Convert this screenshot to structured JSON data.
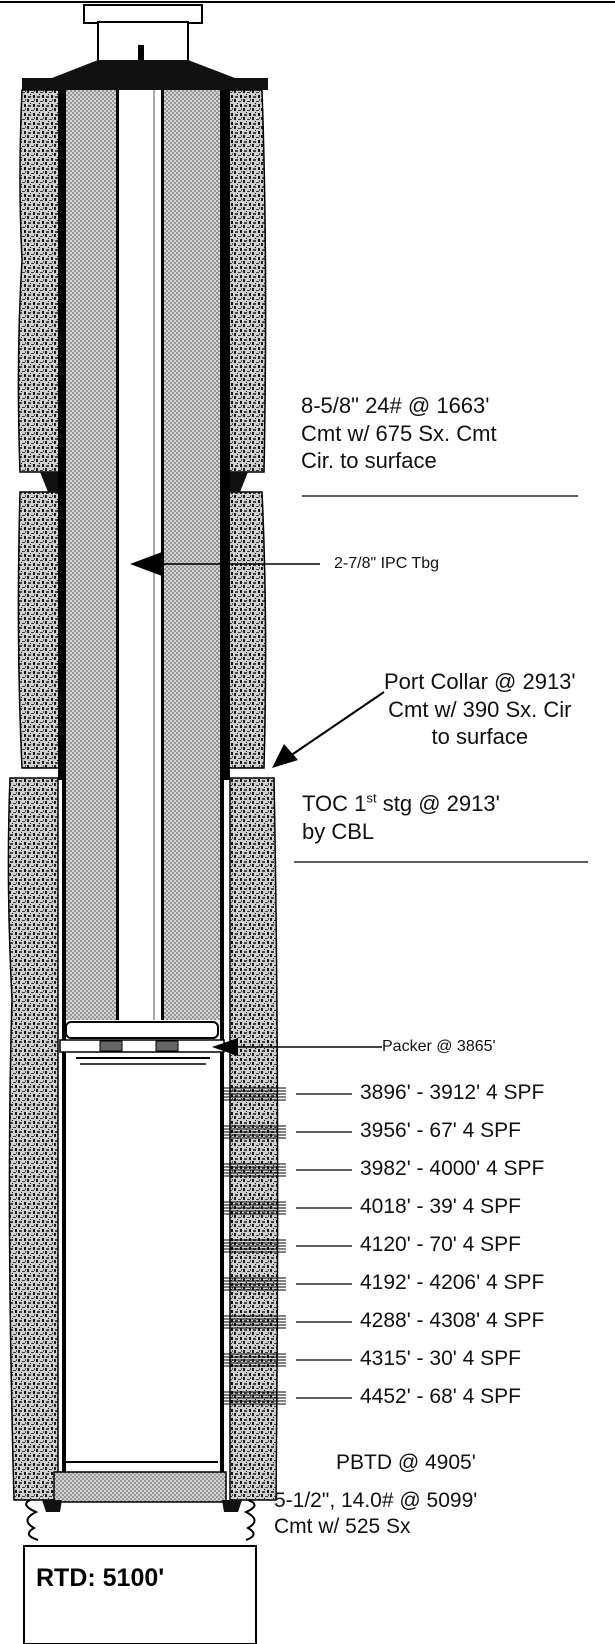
{
  "casing_surface": {
    "lines": [
      "8-5/8\" 24# @ 1663'",
      "Cmt w/ 675 Sx. Cmt",
      "Cir. to surface"
    ]
  },
  "tubing": {
    "label": "2-7/8\"  IPC Tbg"
  },
  "port_collar": {
    "lines": [
      "Port Collar @ 2913'",
      "Cmt w/ 390 Sx. Cir",
      "to surface"
    ]
  },
  "toc": {
    "prefix": "TOC 1",
    "sup": "st",
    "suffix": " stg @  2913'",
    "line2": "by CBL"
  },
  "packer": {
    "label": "Packer @ 3865'"
  },
  "perforations": [
    "3896' - 3912' 4 SPF",
    "3956' - 67' 4 SPF",
    "3982' - 4000' 4 SPF",
    "4018' - 39' 4 SPF",
    "4120' - 70' 4 SPF",
    "4192' - 4206' 4 SPF",
    "4288' - 4308' 4 SPF",
    "4315' - 30' 4 SPF",
    "4452' - 68' 4 SPF"
  ],
  "pbtd": {
    "label": "PBTD @ 4905'"
  },
  "production_casing": {
    "lines": [
      "5-1/2\", 14.0# @ 5099'",
      "Cmt w/ 525 Sx"
    ]
  },
  "rtd": {
    "label": "RTD: 5100'"
  }
}
